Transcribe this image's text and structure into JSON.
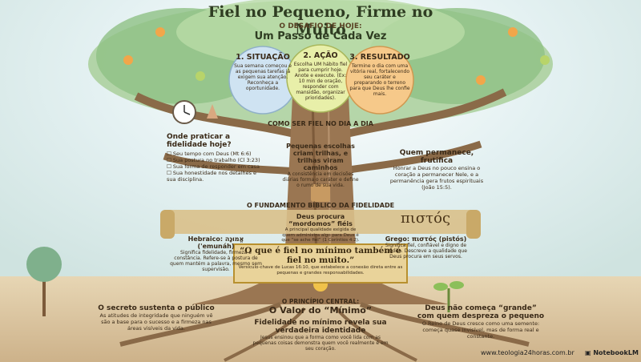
{
  "title": "Fiel no Pequeno, Firme no Muito",
  "challenge_label": "O DESAFIO DE HOJE:",
  "challenge_title": "Um Passo de Cada Vez",
  "fruits": [
    {
      "heading": "1. SITUAÇÃO",
      "text": "Sua semana começou e as pequenas tarefas já exigem sua atenção. Reconheça a oportunidade.",
      "color": "#cfe3f2"
    },
    {
      "heading": "2. AÇÃO",
      "text": "Escolha UM hábito fiel para cumprir hoje. Anote e execute. (Ex: 10 min de oração, responder com mansidão, organizar prioridades).",
      "color": "#e8efa9"
    },
    {
      "heading": "3. RESULTADO",
      "text": "Termine o dia com uma vitória real, fortalecendo seu caráter e preparando o terreno para que Deus lhe confie mais.",
      "color": "#f6c98a"
    }
  ],
  "daily_section": "COMO SER FIEL NO DIA A DIA",
  "practice": {
    "heading": "Onde praticar a fidelidade hoje?",
    "items": [
      "Seu tempo com Deus (Mt 6:6)",
      "Sua postura no trabalho (Cl 3:23)",
      "Sua forma de responder em casa",
      "Sua honestidade nos detalhes e sua disciplina."
    ]
  },
  "choices": {
    "heading": "Pequenas escolhas criam trilhas, e trilhas viram caminhos",
    "text": "A consistência em decisões diárias forma o caráter e define o rumo de sua vida."
  },
  "remains": {
    "heading": "Quem permanece, frutifica",
    "text": "Honrar a Deus no pouco ensina o coração a permanecer Nele, e a permanência gera frutos espirituais (João 15:5)."
  },
  "biblical_section": "O FUNDAMENTO BÍBLICO DA FIDELIDADE",
  "greek_word": "πιστός",
  "hebrew": {
    "heading": "Hebraico: אֱמוּנָה ('emunáh)",
    "text": "Significa fidelidade, firmeza e constância. Refere-se à postura de quem mantém a palavra, mesmo sem supervisão."
  },
  "stewards": {
    "heading": "Deus procura “mordomos” fiéis",
    "text": "A principal qualidade exigida de quem administra algo para Deus é que “se ache fiel” (1 Coríntios 4:2)."
  },
  "greek": {
    "heading": "Grego: πιστός (pistós)",
    "text": "Significa fiel, confiável e digno de crédito. Descreve a qualidade que Deus procura em seus servos."
  },
  "verse": {
    "quote": "“O que é fiel no mínimo também é fiel no muito.”",
    "text": "Versículo-chave de Lucas 16:10, que estabelece a conexão direta entre as pequenas e grandes responsabilidades."
  },
  "secret": {
    "heading": "O secreto sustenta o público",
    "text": "As atitudes de integridade que ninguém vê são a base para o sucesso e a firmeza nas áreas visíveis da vida."
  },
  "principle": {
    "label": "O PRINCÍPIO CENTRAL:",
    "title": "O Valor do “Mínimo”",
    "subtitle": "Fidelidade no mínimo revela sua verdadeira identidade",
    "text": "Jesus ensinou que a forma como você lida com as pequenas coisas demonstra quem você realmente é em seu coração."
  },
  "small_start": {
    "heading": "Deus não começa “grande” com quem despreza o pequeno",
    "text": "O Reino de Deus cresce como uma semente: começa quase invisível, mas de forma real e constante."
  },
  "footer_site": "www.teologia24horas.com.br",
  "footer_brand": "NotebookLM"
}
